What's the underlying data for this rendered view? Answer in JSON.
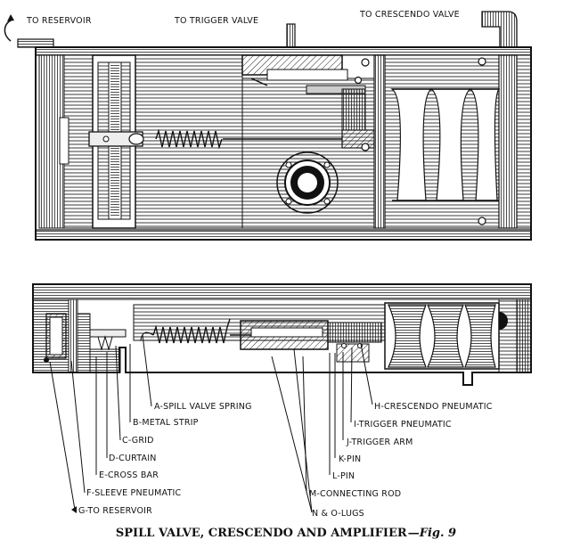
{
  "top_labels": {
    "to_reservoir": "TO RESERVOIR",
    "to_trigger_valve": "TO TRIGGER VALVE",
    "to_crescendo_valve": "TO CRESCENDO VALVE"
  },
  "legend": {
    "A": "A-SPILL VALVE SPRING",
    "B": "B-METAL STRIP",
    "C": "C-GRID",
    "D": "D-CURTAIN",
    "E": "E-CROSS BAR",
    "F": "F-SLEEVE PNEUMATIC",
    "G": "G-TO RESERVOIR",
    "H": "H-CRESCENDO PNEUMATIC",
    "I": "I-TRIGGER PNEUMATIC",
    "J": "J-TRIGGER ARM",
    "K": "K-PIN",
    "L": "L-PIN",
    "M": "M-CONNECTING ROD",
    "NO": "N & O-LUGS"
  },
  "caption": {
    "title": "SPILL VALVE, CRESCENDO AND AMPLIFIER",
    "fig": "Fig. 9"
  }
}
